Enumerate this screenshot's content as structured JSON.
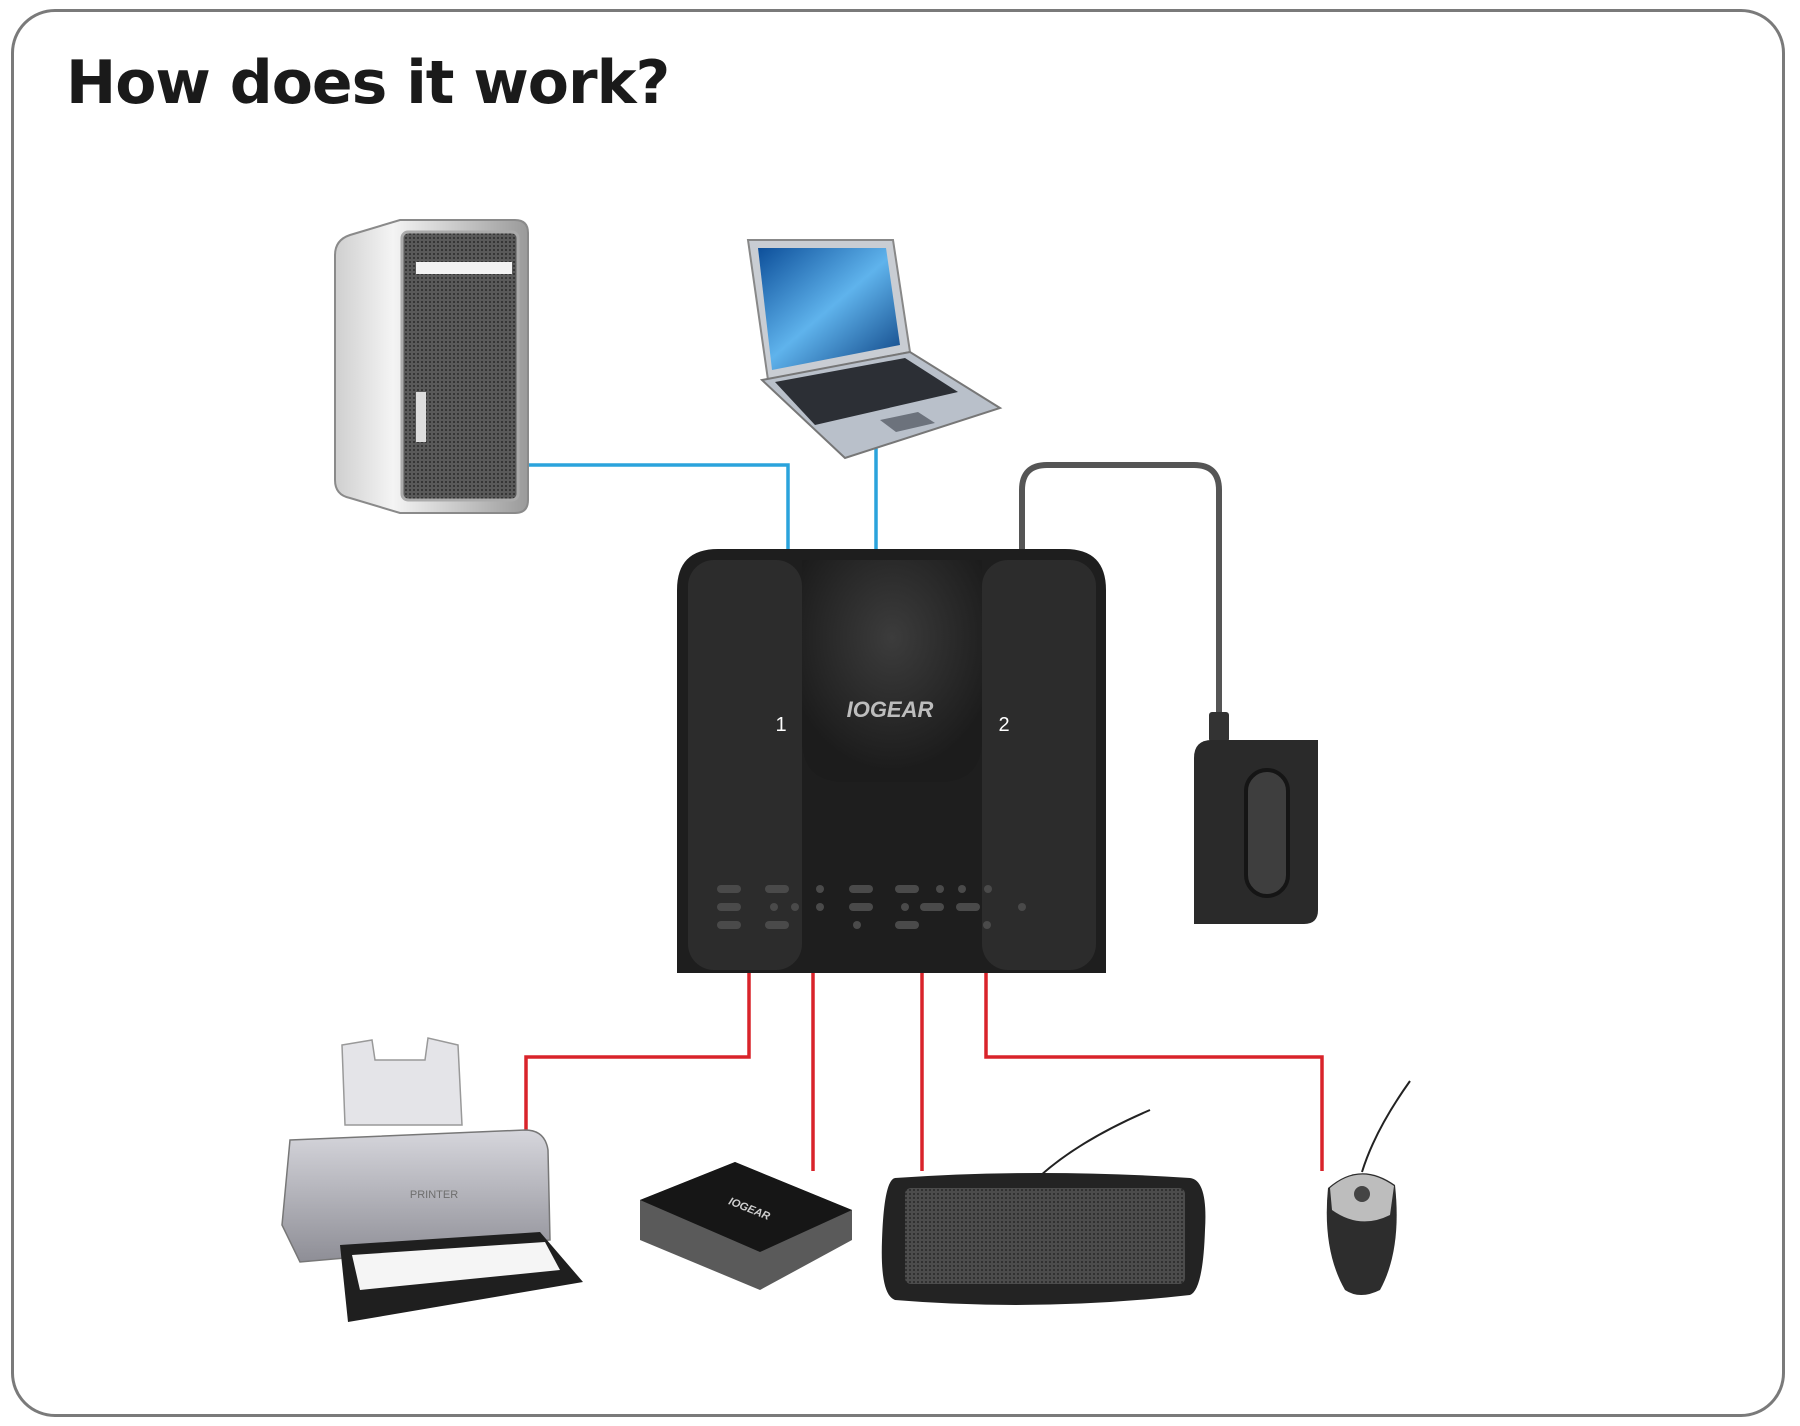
{
  "title": "How does it work?",
  "hub": {
    "brand": "IOGEAR",
    "port_1_label": "1",
    "port_2_label": "2"
  },
  "printer": {
    "label": "PRINTER"
  },
  "card_reader": {
    "brand": "IOGEAR"
  },
  "colors": {
    "computer_link": "#2aa3dc",
    "peripheral_link": "#d9232a",
    "remote_cable": "#555555",
    "border": "#7a7a7a"
  }
}
